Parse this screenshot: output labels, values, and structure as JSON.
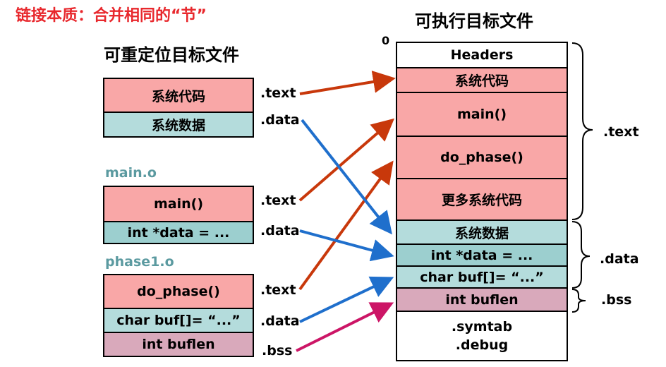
{
  "title": "链接本质：合并相同的“节”",
  "left_heading": "可重定位目标文件",
  "right_heading": "可执行目标文件",
  "zero_label": "0",
  "sys_obj": {
    "code": "系统代码",
    "data": "系统数据",
    "text_label": ".text",
    "data_label": ".data"
  },
  "main_obj": {
    "name": "main.o",
    "main": "main()",
    "data": "int *data = ...",
    "text_label": ".text",
    "data_label": ".data"
  },
  "phase_obj": {
    "name": "phase1.o",
    "do_phase": "do_phase()",
    "buf": "char buf[]= “...”",
    "buflen": "int buflen",
    "text_label": ".text",
    "data_label": ".data",
    "bss_label": ".bss"
  },
  "exe": {
    "headers": "Headers",
    "sys_code": "系统代码",
    "main": "main()",
    "do_phase": "do_phase()",
    "more_code": "更多系统代码",
    "sys_data": "系统数据",
    "data": "int *data = ...",
    "buf": "char buf[]= “...”",
    "buflen": "int buflen",
    "symtab": ".symtab",
    "debug": ".debug"
  },
  "brace_labels": {
    "text": ".text",
    "data": ".data",
    "bss": ".bss"
  },
  "colors": {
    "text_arrow": "#c8380b",
    "data_arrow": "#1f6fcc",
    "bss_arrow": "#cc1566",
    "title_red": "#e8282d"
  }
}
